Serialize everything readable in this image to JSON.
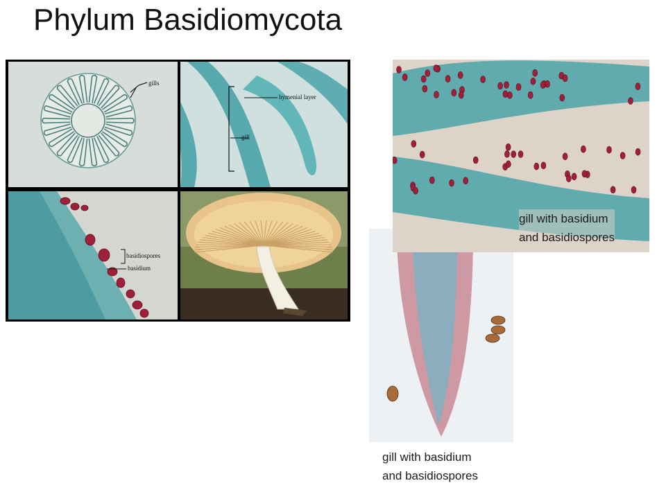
{
  "slide": {
    "title": "Phylum Basidiomycota",
    "collage_labels": {
      "gills": "gills",
      "hymenial_layer": "hymenial layer",
      "gill": "gill",
      "basidiospores": "basidiospores",
      "basidium": "basidium"
    },
    "caption_top_right": {
      "line1": "gill with basidium",
      "line2": "and basidiospores"
    },
    "caption_bottom": {
      "line1": "gill with basidium",
      "line2": "and basidiospores"
    }
  },
  "colors": {
    "stain_teal": "#4aa3a8",
    "spore_red": "#a0203a",
    "slide_background": "#ddd3c8",
    "mushroom_cap": "#e8c48a"
  },
  "icons": {
    "gills-pointer": "bracket-arrow",
    "hymenial-pointer": "leader-line",
    "basidiospores-pointer": "bracket"
  }
}
